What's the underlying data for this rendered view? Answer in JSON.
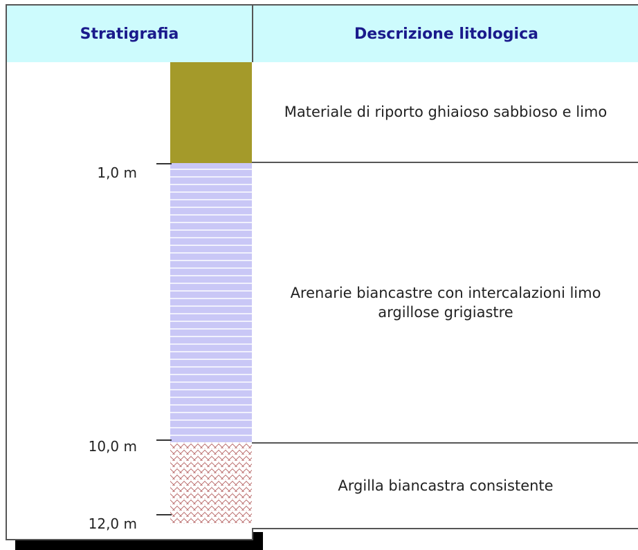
{
  "header": {
    "stratigraphy": "Stratigrafia",
    "description": "Descrizione litologica"
  },
  "depths": [
    "1,0 m",
    "10,0 m",
    "12,0 m"
  ],
  "layers": [
    {
      "description": "Materiale di riporto ghiaioso sabbioso e limo",
      "color": "#a49a2a"
    },
    {
      "description": "Arenarie biancastre con intercalazioni limo argillose grigiastre",
      "color": "#c9c7f6"
    },
    {
      "description": "Argilla biancastra consistente",
      "color": "#c07a7a"
    }
  ]
}
